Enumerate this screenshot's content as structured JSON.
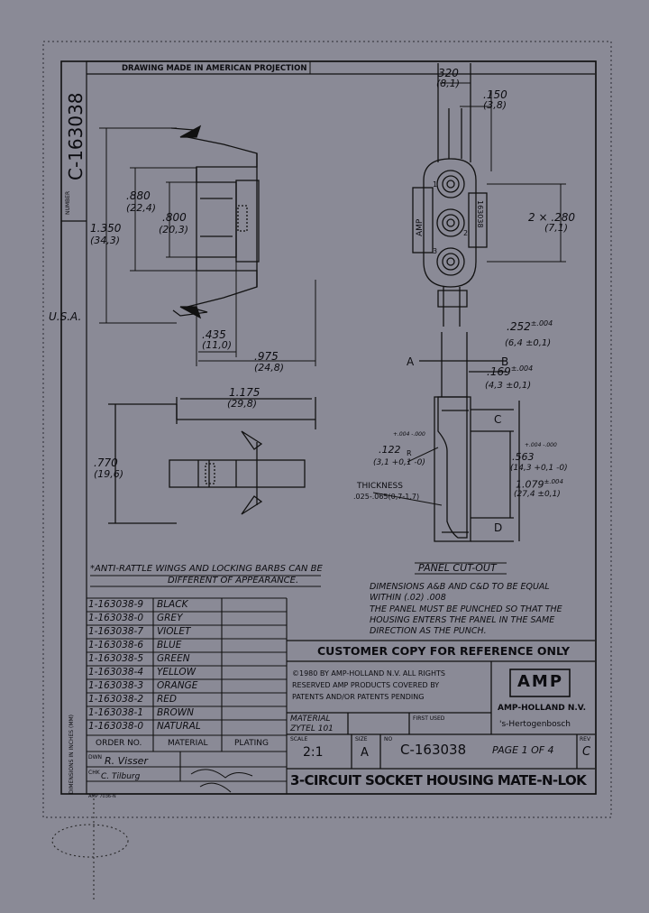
{
  "sheet": {
    "projection_note": "DRAWING MADE IN AMERICAN PROJECTION",
    "side_number": "C-163038",
    "side_number_label": "NUMBER",
    "country": "U.S.A."
  },
  "dimensions": {
    "width_top": "320",
    "width_top_mm": "(8,1)",
    "offset_top": ".150",
    "offset_top_mm": "(3,8)",
    "pitch": "2 × .280",
    "pitch_mm": "(7,1)",
    "body_880": ".880",
    "body_880_mm": "(22,4)",
    "body_800": ".800",
    "body_800_mm": "(20,3)",
    "overall_1350": "1.350",
    "overall_1350_mm": "(34,3)",
    "d_435": ".435",
    "d_435_mm": "(11,0)",
    "d_975": ".975",
    "d_975_mm": "(24,8)",
    "d_1175": "1.175",
    "d_1175_mm": "(29,8)",
    "d_770": ".770",
    "d_770_mm": "(19,6)",
    "panel_252": ".252",
    "panel_252_tol": "±.004",
    "panel_252_mm": "(6,4 ±0,1)",
    "panel_169": ".169",
    "panel_169_tol": "±.004",
    "panel_169_mm": "(4,3 ±0,1)",
    "panel_122": ".122",
    "panel_122_tol": "+.004 -.000",
    "panel_122_mm": "(3,1 +0,1 -0)",
    "panel_563": ".563",
    "panel_563_tol": "+.004 -.000",
    "panel_563_mm": "(14,3 +0,1 -0)",
    "panel_1079": "1.079",
    "panel_1079_tol": "±.004",
    "panel_1079_mm": "(27,4 ±0,1)",
    "thickness_label": "THICKNESS",
    "thickness_value": ".025-.065(0,7-1,7)",
    "radius_label": "R",
    "letter_a": "A",
    "letter_b": "B",
    "letter_c": "C",
    "letter_d": "D",
    "amp_marking": "AMP",
    "part_marking": "163038",
    "cavity_1": "1",
    "cavity_2": "2",
    "cavity_3": "3"
  },
  "notes": {
    "wings": "*ANTI-RATTLE WINGS AND LOCKING BARBS CAN BE",
    "wings_2": "DIFFERENT OF APPEARANCE.",
    "panel_cutout": "PANEL CUT-OUT",
    "dim_note_1": "DIMENSIONS A&B AND C&D TO BE EQUAL",
    "dim_note_2": "WITHIN (.02) .008",
    "dim_note_3": "THE PANEL MUST BE PUNCHED SO THAT THE",
    "dim_note_4": "HOUSING ENTERS THE PANEL IN THE SAME",
    "dim_note_5": "DIRECTION AS THE PUNCH."
  },
  "parts_table": {
    "rows": [
      {
        "order": "1-163038-9",
        "material": "BLACK"
      },
      {
        "order": "1-163038-0",
        "material": "GREY"
      },
      {
        "order": "1-163038-7",
        "material": "VIOLET"
      },
      {
        "order": "1-163038-6",
        "material": "BLUE"
      },
      {
        "order": "1-163038-5",
        "material": "GREEN"
      },
      {
        "order": "1-163038-4",
        "material": "YELLOW"
      },
      {
        "order": "1-163038-3",
        "material": "ORANGE"
      },
      {
        "order": "1-163038-2",
        "material": "RED"
      },
      {
        "order": "1-163038-1",
        "material": "BROWN"
      },
      {
        "order": "1-163038-0",
        "material": "NATURAL"
      }
    ],
    "header_order": "ORDER NO.",
    "header_material": "MATERIAL",
    "header_plating": "PLATING"
  },
  "title_block": {
    "customer_copy": "CUSTOMER COPY FOR REFERENCE ONLY",
    "copyright_1": "©1980 BY AMP-HOLLAND N.V. ALL RIGHTS",
    "copyright_2": "RESERVED AMP PRODUCTS COVERED BY",
    "copyright_3": "PATENTS AND/OR PATENTS PENDING",
    "logo": "AMP",
    "company": "AMP-HOLLAND N.V.",
    "city": "'s-Hertogenbosch",
    "material_label": "MATERIAL",
    "material_value": "ZYTEL 101",
    "first_used": "FIRST USED",
    "scale_label": "SCALE",
    "scale_value": "2:1",
    "size_label": "SIZE",
    "size_value": "A",
    "no_label": "NO",
    "drawing_number": "C-163038",
    "page": "PAGE 1 OF 4",
    "rev_label": "REV",
    "rev_value": "C",
    "title": "3-CIRCUIT SOCKET HOUSING MATE-N-LOK",
    "dwn_label": "DWN",
    "dwn_value": "R. Visser",
    "chk_label": "CHK",
    "chk_value": "C. Tilburg",
    "form": "AMP 7036-N",
    "dims_label": "DIMENSIONS IN INCHES (MM)"
  }
}
